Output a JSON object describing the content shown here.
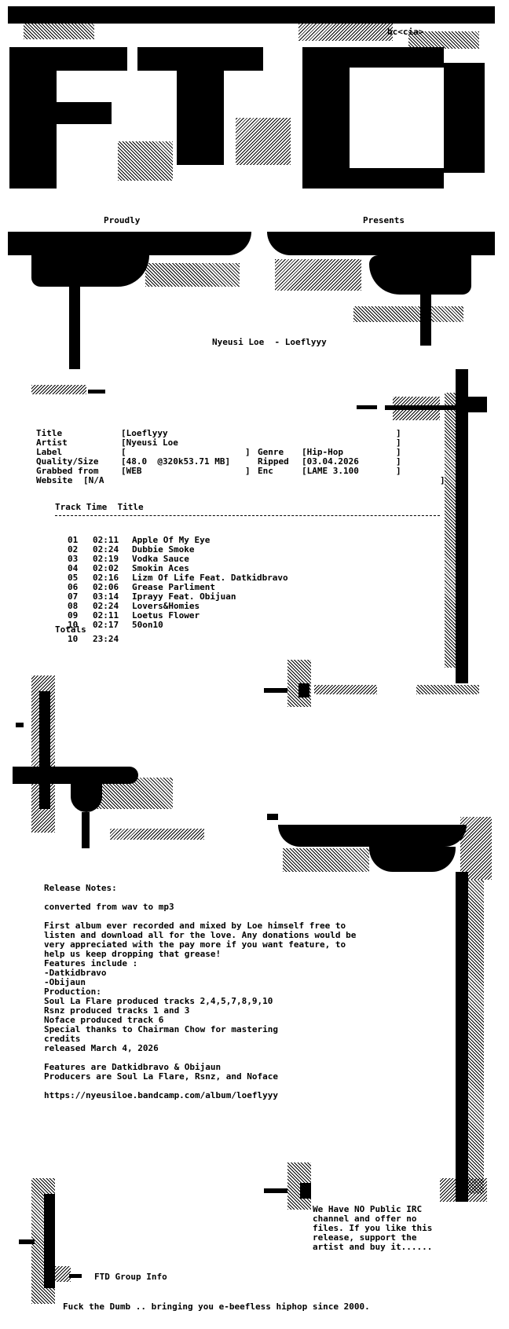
{
  "tag": "bc<cia>",
  "header": {
    "proudly": "Proudly",
    "presents": "Presents",
    "release": "Nyeusi Loe  - Loeflyyy"
  },
  "info": {
    "title_label": "Title",
    "title_value": "[Loeflyyy",
    "artist_label": "Artist",
    "artist_value": "[Nyeusi Loe",
    "label_label": "Label",
    "label_value": "[",
    "genre_label": "Genre",
    "genre_value": "[Hip-Hop",
    "quality_label": "Quality/Size",
    "quality_value": "[48.0  @320k53.71 MB]",
    "ripped_label": "Ripped",
    "ripped_value": "[03.04.2026",
    "grabbed_label": "Grabbed from",
    "grabbed_value": "[WEB",
    "enc_label": "Enc",
    "enc_value": "[LAME 3.100",
    "website_label": "Website",
    "website_value": "[N/A"
  },
  "tracks": {
    "header": "Track Time  Title",
    "rows": [
      {
        "num": "01",
        "time": "02:11",
        "title": "Apple Of My Eye"
      },
      {
        "num": "02",
        "time": "02:24",
        "title": "Dubbie Smoke"
      },
      {
        "num": "03",
        "time": "02:19",
        "title": "Vodka Sauce"
      },
      {
        "num": "04",
        "time": "02:02",
        "title": "Smokin Aces"
      },
      {
        "num": "05",
        "time": "02:16",
        "title": "Lizm Of Life Feat. Datkidbravo"
      },
      {
        "num": "06",
        "time": "02:06",
        "title": "Grease Parliment"
      },
      {
        "num": "07",
        "time": "03:14",
        "title": "Iprayy Feat. Obijuan"
      },
      {
        "num": "08",
        "time": "02:24",
        "title": "Lovers&Homies"
      },
      {
        "num": "09",
        "time": "02:11",
        "title": "Loetus Flower"
      },
      {
        "num": "10",
        "time": "02:17",
        "title": "50on10"
      }
    ],
    "totals_label": "Totals",
    "totals_count": "10",
    "totals_time": "23:24"
  },
  "notes": {
    "heading": "Release Notes:",
    "lines": [
      "converted from wav to mp3",
      "",
      "First album ever recorded and mixed by Loe himself free to",
      "listen and download all for the love. Any donations would be",
      "very appreciated with the pay more if you want feature, to",
      "help us keep dropping that grease!",
      "Features include :",
      "-Datkidbravo",
      "-Obijaun",
      "Production:",
      "Soul La Flare produced tracks 2,4,5,7,8,9,10",
      "Rsnz produced tracks 1 and 3",
      "Noface produced track 6",
      "Special thanks to Chairman Chow for mastering",
      "credits",
      "released March 4, 2026",
      "",
      "Features are Datkidbravo & Obijaun",
      "Producers are Soul La Flare, Rsnz, and Noface",
      "",
      "https://nyeusiloe.bandcamp.com/album/loeflyyy"
    ]
  },
  "footer": {
    "irc_lines": [
      "We Have NO Public IRC",
      "channel and offer no",
      "files. If you like this",
      "release, support the",
      "artist and buy it......"
    ],
    "group_info": "FTD Group Info",
    "tagline": "Fuck the Dumb .. bringing you e-beefless hiphop since 2000."
  }
}
